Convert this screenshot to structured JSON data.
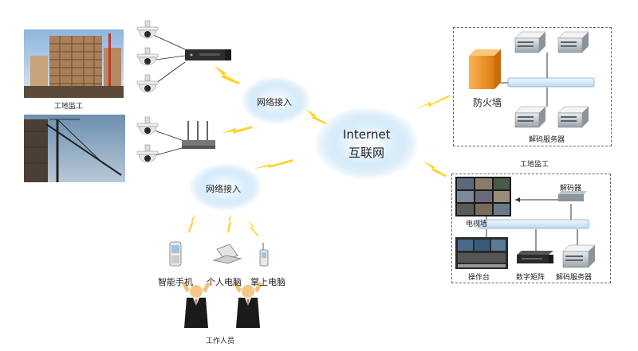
{
  "labels": {
    "site_monitor_left": "工地监工",
    "network_access_1": "网络接入",
    "network_access_2": "网络接入",
    "internet_en": "Internet",
    "internet_cn": "互联网",
    "firewall": "防火墙",
    "decoder_server_top": "解码服务器",
    "site_monitor_right": "工地监工",
    "decoder": "解码器",
    "video_wall": "电视墙",
    "console": "操作台",
    "digital_matrix": "数字矩阵",
    "decoder_server_bottom": "解码服务器",
    "smartphone": "智能手机",
    "personal_computer": "个人电脑",
    "handheld_computer": "掌上电脑",
    "workers": "工作人员"
  },
  "colors": {
    "cloud": "#bfe0f7",
    "lightning": "#ffd21f",
    "bar": "#d7eaf9",
    "firewall": "#f39b2e"
  }
}
